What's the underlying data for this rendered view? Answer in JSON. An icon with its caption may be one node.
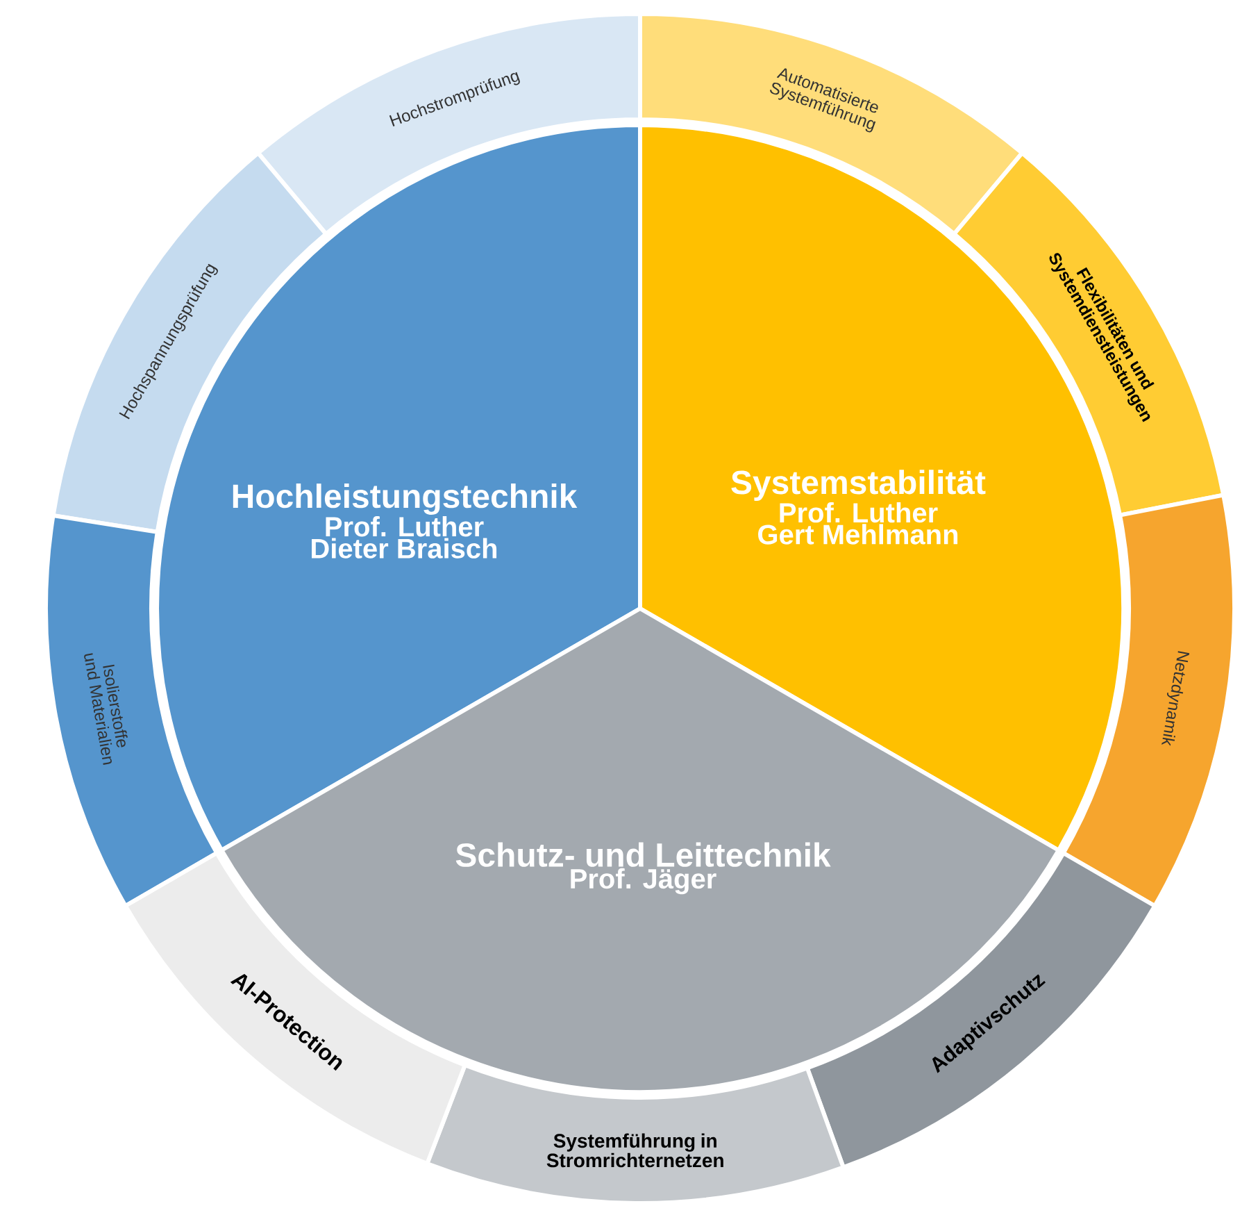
{
  "diagram": {
    "nodes": [
      {
        "text": [
          "Hochleistungstechnik",
          "Prof. Luther",
          "Dieter Braisch"
        ]
      },
      {
        "text": [
          "Systemstabilität",
          "Prof. Luther",
          "Gert Mehlmann"
        ]
      },
      {
        "text": [
          "Schutz- und Leittechnik",
          "Prof. Jäger"
        ]
      },
      {
        "text": [
          "Hochstromprüfung"
        ]
      },
      {
        "text": [
          "Hochspannungsprüfung"
        ]
      },
      {
        "text": [
          "Isolierstoffe und Materialien"
        ]
      },
      {
        "text": [
          "Automatisierte Systemführung"
        ]
      },
      {
        "text": [
          "Flexibilitäten und Systemdienstleistungen"
        ]
      },
      {
        "text": [
          "Netzdynamik"
        ]
      },
      {
        "text": [
          "Adaptivschutz"
        ]
      },
      {
        "text": [
          "Systemführung in Stromrichternetzen"
        ]
      },
      {
        "text": [
          "AI-Protection"
        ]
      }
    ]
  }
}
